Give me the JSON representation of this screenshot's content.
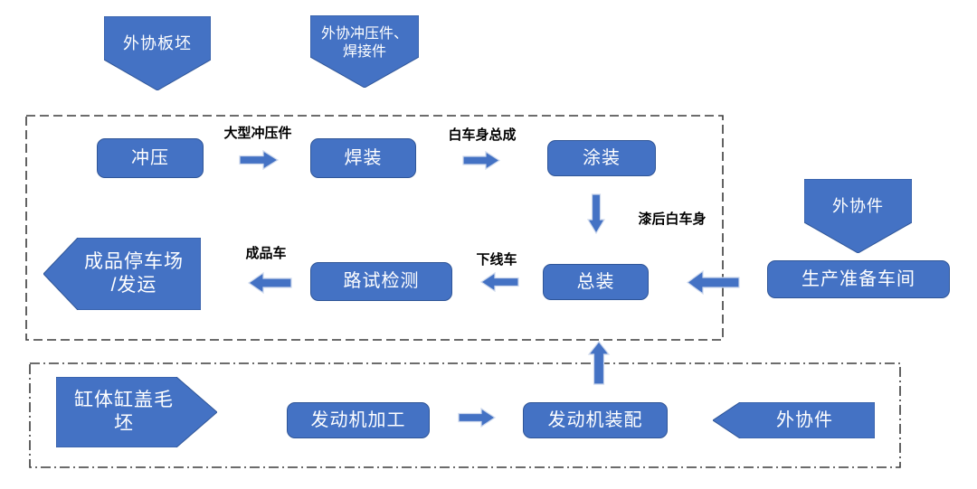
{
  "colors": {
    "shape_fill": "#4472C4",
    "shape_border": "#2F5597",
    "arrow_outline": "#CDD8EC",
    "boundary_line": "#3B3B3B",
    "shape_text": "#FFFFFF",
    "label_text": "#000000"
  },
  "nodes": {
    "input_slab": {
      "label": "外协板坯"
    },
    "input_stamp_weld": {
      "line1": "外协冲压件、",
      "line2": "焊接件"
    },
    "stamping": {
      "label": "冲压"
    },
    "welding": {
      "label": "焊装"
    },
    "painting": {
      "label": "涂装"
    },
    "assembly": {
      "label": "总装"
    },
    "prep_workshop": {
      "label": "生产准备车间"
    },
    "outsourced_right": {
      "label": "外协件"
    },
    "road_test": {
      "label": "路试检测"
    },
    "parking": {
      "line1": "成品停车场",
      "line2": "/发运"
    },
    "cylinder_blank": {
      "line1": "缸体缸盖毛",
      "line2": "坯"
    },
    "engine_machining": {
      "label": "发动机加工"
    },
    "engine_assembly": {
      "label": "发动机装配"
    },
    "outsourced_bottom": {
      "label": "外协件"
    }
  },
  "edge_labels": {
    "large_stampings": "大型冲压件",
    "body_in_white": "白车身总成",
    "painted_body": "漆后白车身",
    "offline_car": "下线车",
    "finished_car": "成品车"
  }
}
